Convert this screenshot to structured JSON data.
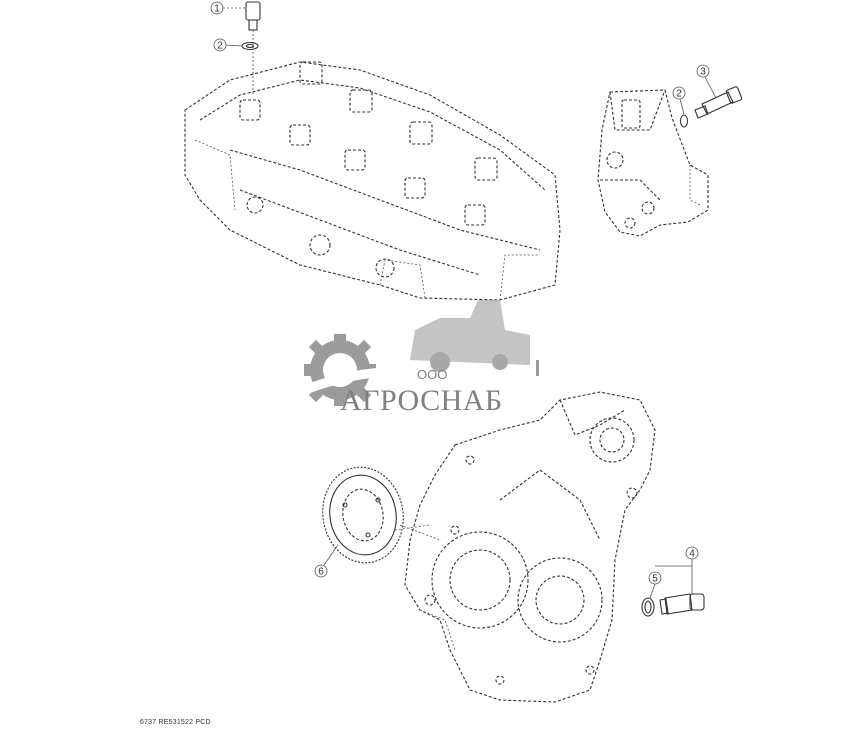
{
  "callouts": [
    {
      "id": "c1",
      "label": "1"
    },
    {
      "id": "c2a",
      "label": "2"
    },
    {
      "id": "c2b",
      "label": "2"
    },
    {
      "id": "c3",
      "label": "3"
    },
    {
      "id": "c4",
      "label": "4"
    },
    {
      "id": "c5",
      "label": "5"
    },
    {
      "id": "c6",
      "label": "6"
    }
  ],
  "watermark": {
    "prefix": "ООО",
    "name": "АГРОСНАБ"
  },
  "footer": {
    "code": "6737  RE531522  PCD"
  },
  "colors": {
    "line": "#333333",
    "watermark": "#8a8a8a",
    "background": "#ffffff"
  }
}
